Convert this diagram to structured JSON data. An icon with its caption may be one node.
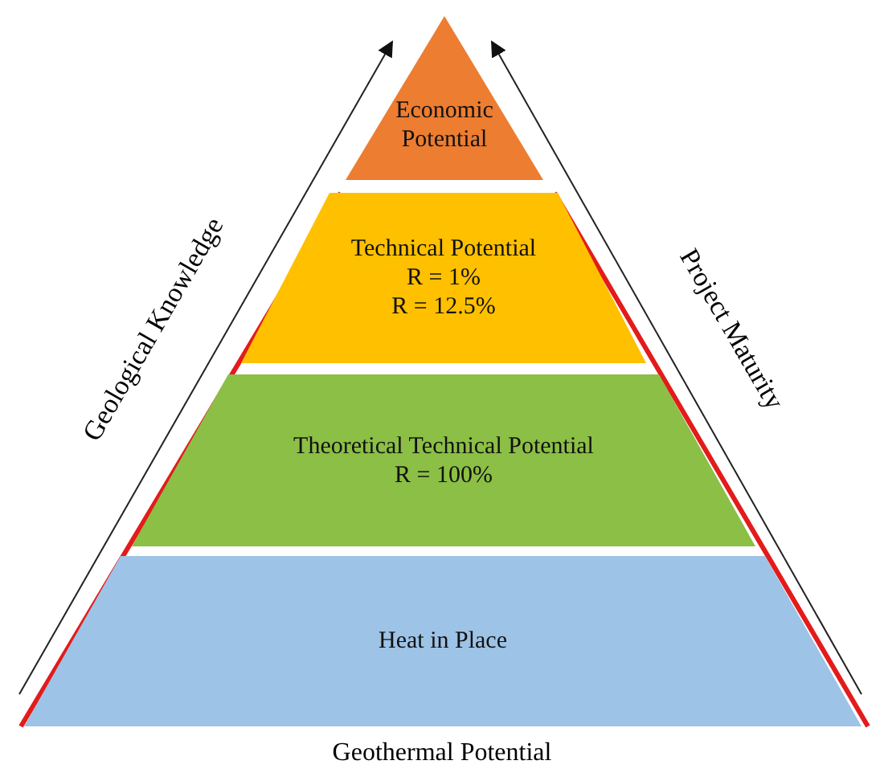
{
  "diagram": {
    "caption": "Geothermal Potential",
    "nodes": [
      {
        "text": [
          "Economic Potential"
        ]
      },
      {
        "text": [
          "Technical Potential",
          "R = 1%",
          "R = 12.5%"
        ]
      },
      {
        "text": [
          "Theoretical Technical Potential",
          "R = 100%"
        ]
      },
      {
        "text": [
          "Heat in Place"
        ]
      }
    ],
    "labels": [
      "Geological Knowledge",
      "Project Maturity"
    ]
  }
}
